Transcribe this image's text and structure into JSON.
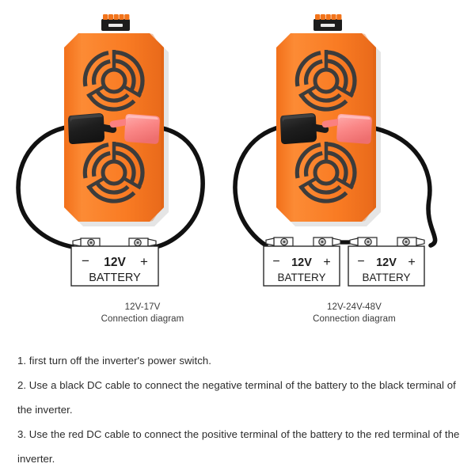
{
  "page": {
    "background_color": "#ffffff",
    "title": "Inverter battery connection diagram"
  },
  "colors": {
    "inverter_body": "#F97B23",
    "inverter_body_light": "#FC8B35",
    "inverter_body_shade": "#E06718",
    "grille_dark": "#3B3B3B",
    "terminal_black": "#202020",
    "terminal_red": "#F98080",
    "terminal_red_light": "#FFA0A0",
    "cable_black": "#111111",
    "battery_outline": "#2A2A2A",
    "battery_fill": "#FFFFFF",
    "ac_block": "#1C1C1C",
    "ac_tabs": "#F2741B",
    "text": "#2B2B2B"
  },
  "diagrams": [
    {
      "id": "left",
      "caption_line1": "12V-17V",
      "caption_line2": "Connection diagram",
      "inverter": {
        "name": "inverter",
        "negative_terminal_label": "black terminal",
        "positive_terminal_label": "red terminal",
        "fan_count": 2,
        "ac_terminal_tabs": 5
      },
      "batteries": [
        {
          "voltage": "12V",
          "name": "BATTERY",
          "minus": "−",
          "plus": "+"
        }
      ]
    },
    {
      "id": "right",
      "caption_line1": "12V-24V-48V",
      "caption_line2": "Connection diagram",
      "inverter": {
        "name": "inverter",
        "negative_terminal_label": "black terminal",
        "positive_terminal_label": "red terminal",
        "fan_count": 2,
        "ac_terminal_tabs": 5
      },
      "batteries": [
        {
          "voltage": "12V",
          "name": "BATTERY",
          "minus": "−",
          "plus": "+"
        },
        {
          "voltage": "12V",
          "name": "BATTERY",
          "minus": "−",
          "plus": "+"
        }
      ]
    }
  ],
  "instructions": {
    "steps": [
      "1. first turn off the inverter's power switch.",
      "2. Use a black DC cable to connect the negative terminal of the battery to the black terminal of the inverter.",
      "3. Use the red DC cable to connect the positive terminal of the battery to the red terminal of the inverter."
    ]
  }
}
